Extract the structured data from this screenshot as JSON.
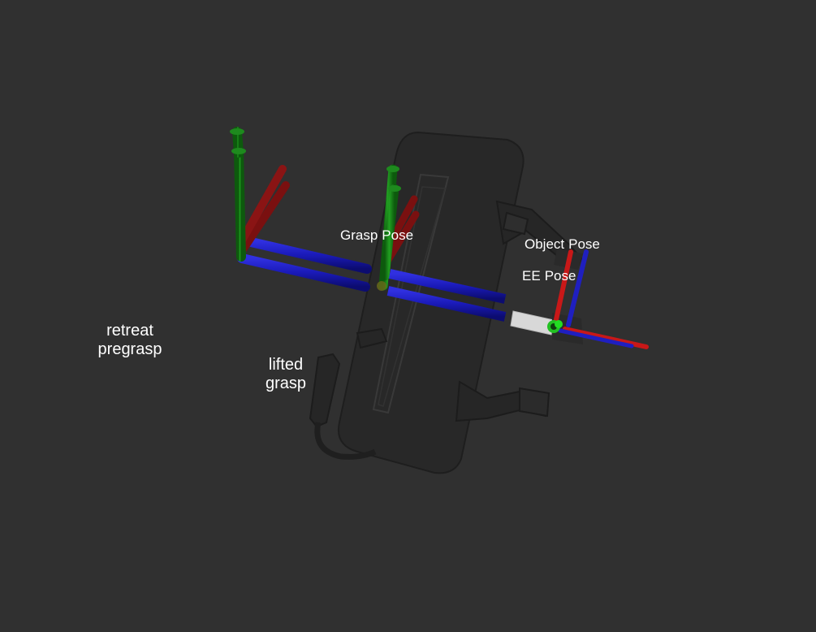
{
  "scene": {
    "background_color": "#303030",
    "axis_colors": {
      "x": "#b01010",
      "y": "#109010",
      "z": "#1818c8"
    },
    "object_color": "#262626",
    "marker_color": "#22dd22"
  },
  "labels": {
    "grasp_pose": {
      "word1": "Grasp",
      "word2": "Pose"
    },
    "object_pose": {
      "word1": "Object",
      "word2": "Pose"
    },
    "ee_pose": {
      "word1": "EE",
      "word2": "Pose"
    },
    "retreat": {
      "line1": "retreat",
      "line2": "pregrasp"
    },
    "lifted": {
      "line1": "lifted",
      "line2": "grasp"
    }
  }
}
